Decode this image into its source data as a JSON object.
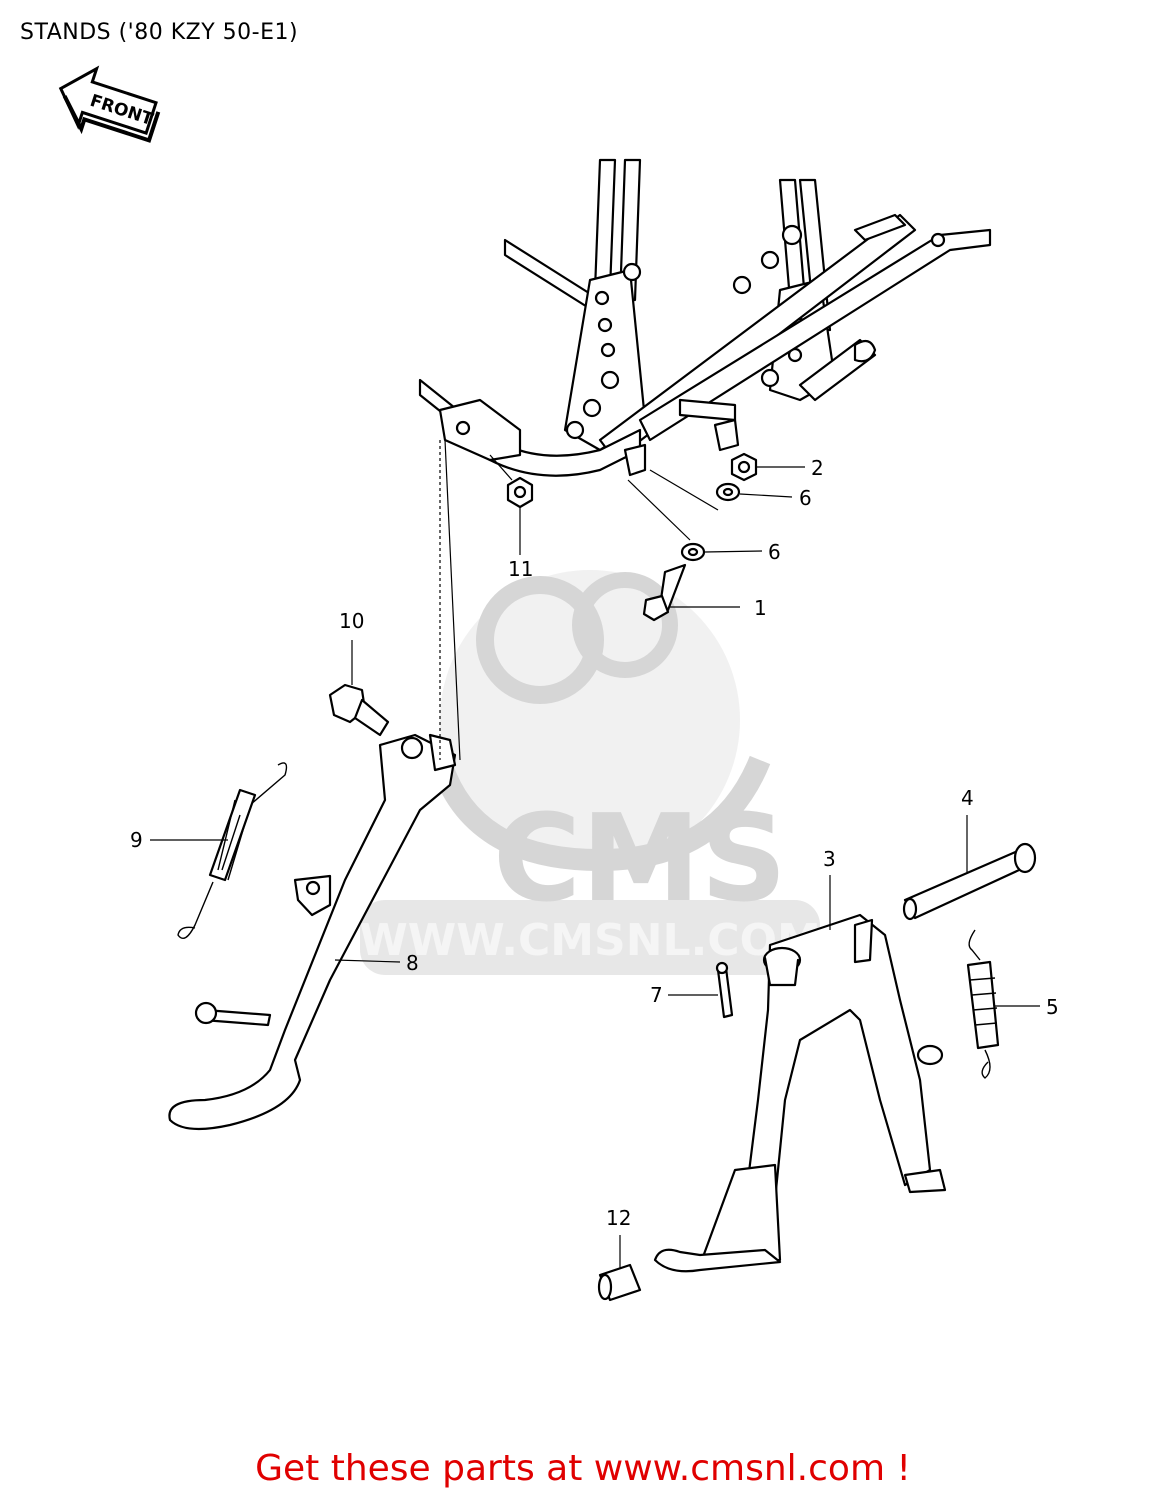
{
  "title": "STANDS ('80 KZY 50-E1)",
  "front_arrow": {
    "label": "FRONT",
    "icon": "front-arrow-icon"
  },
  "watermark": {
    "brand": "CMS",
    "url": "WWW.CMSNL.COM"
  },
  "callouts": {
    "c1": "1",
    "c2": "2",
    "c3": "3",
    "c4": "4",
    "c5": "5",
    "c6a": "6",
    "c6b": "6",
    "c7": "7",
    "c8": "8",
    "c9": "9",
    "c10": "10",
    "c11": "11",
    "c12": "12"
  },
  "footer": "Get these parts at www.cmsnl.com !",
  "colors": {
    "footer": "#e00000",
    "watermark": "#d2d2d2",
    "line": "#000000"
  }
}
